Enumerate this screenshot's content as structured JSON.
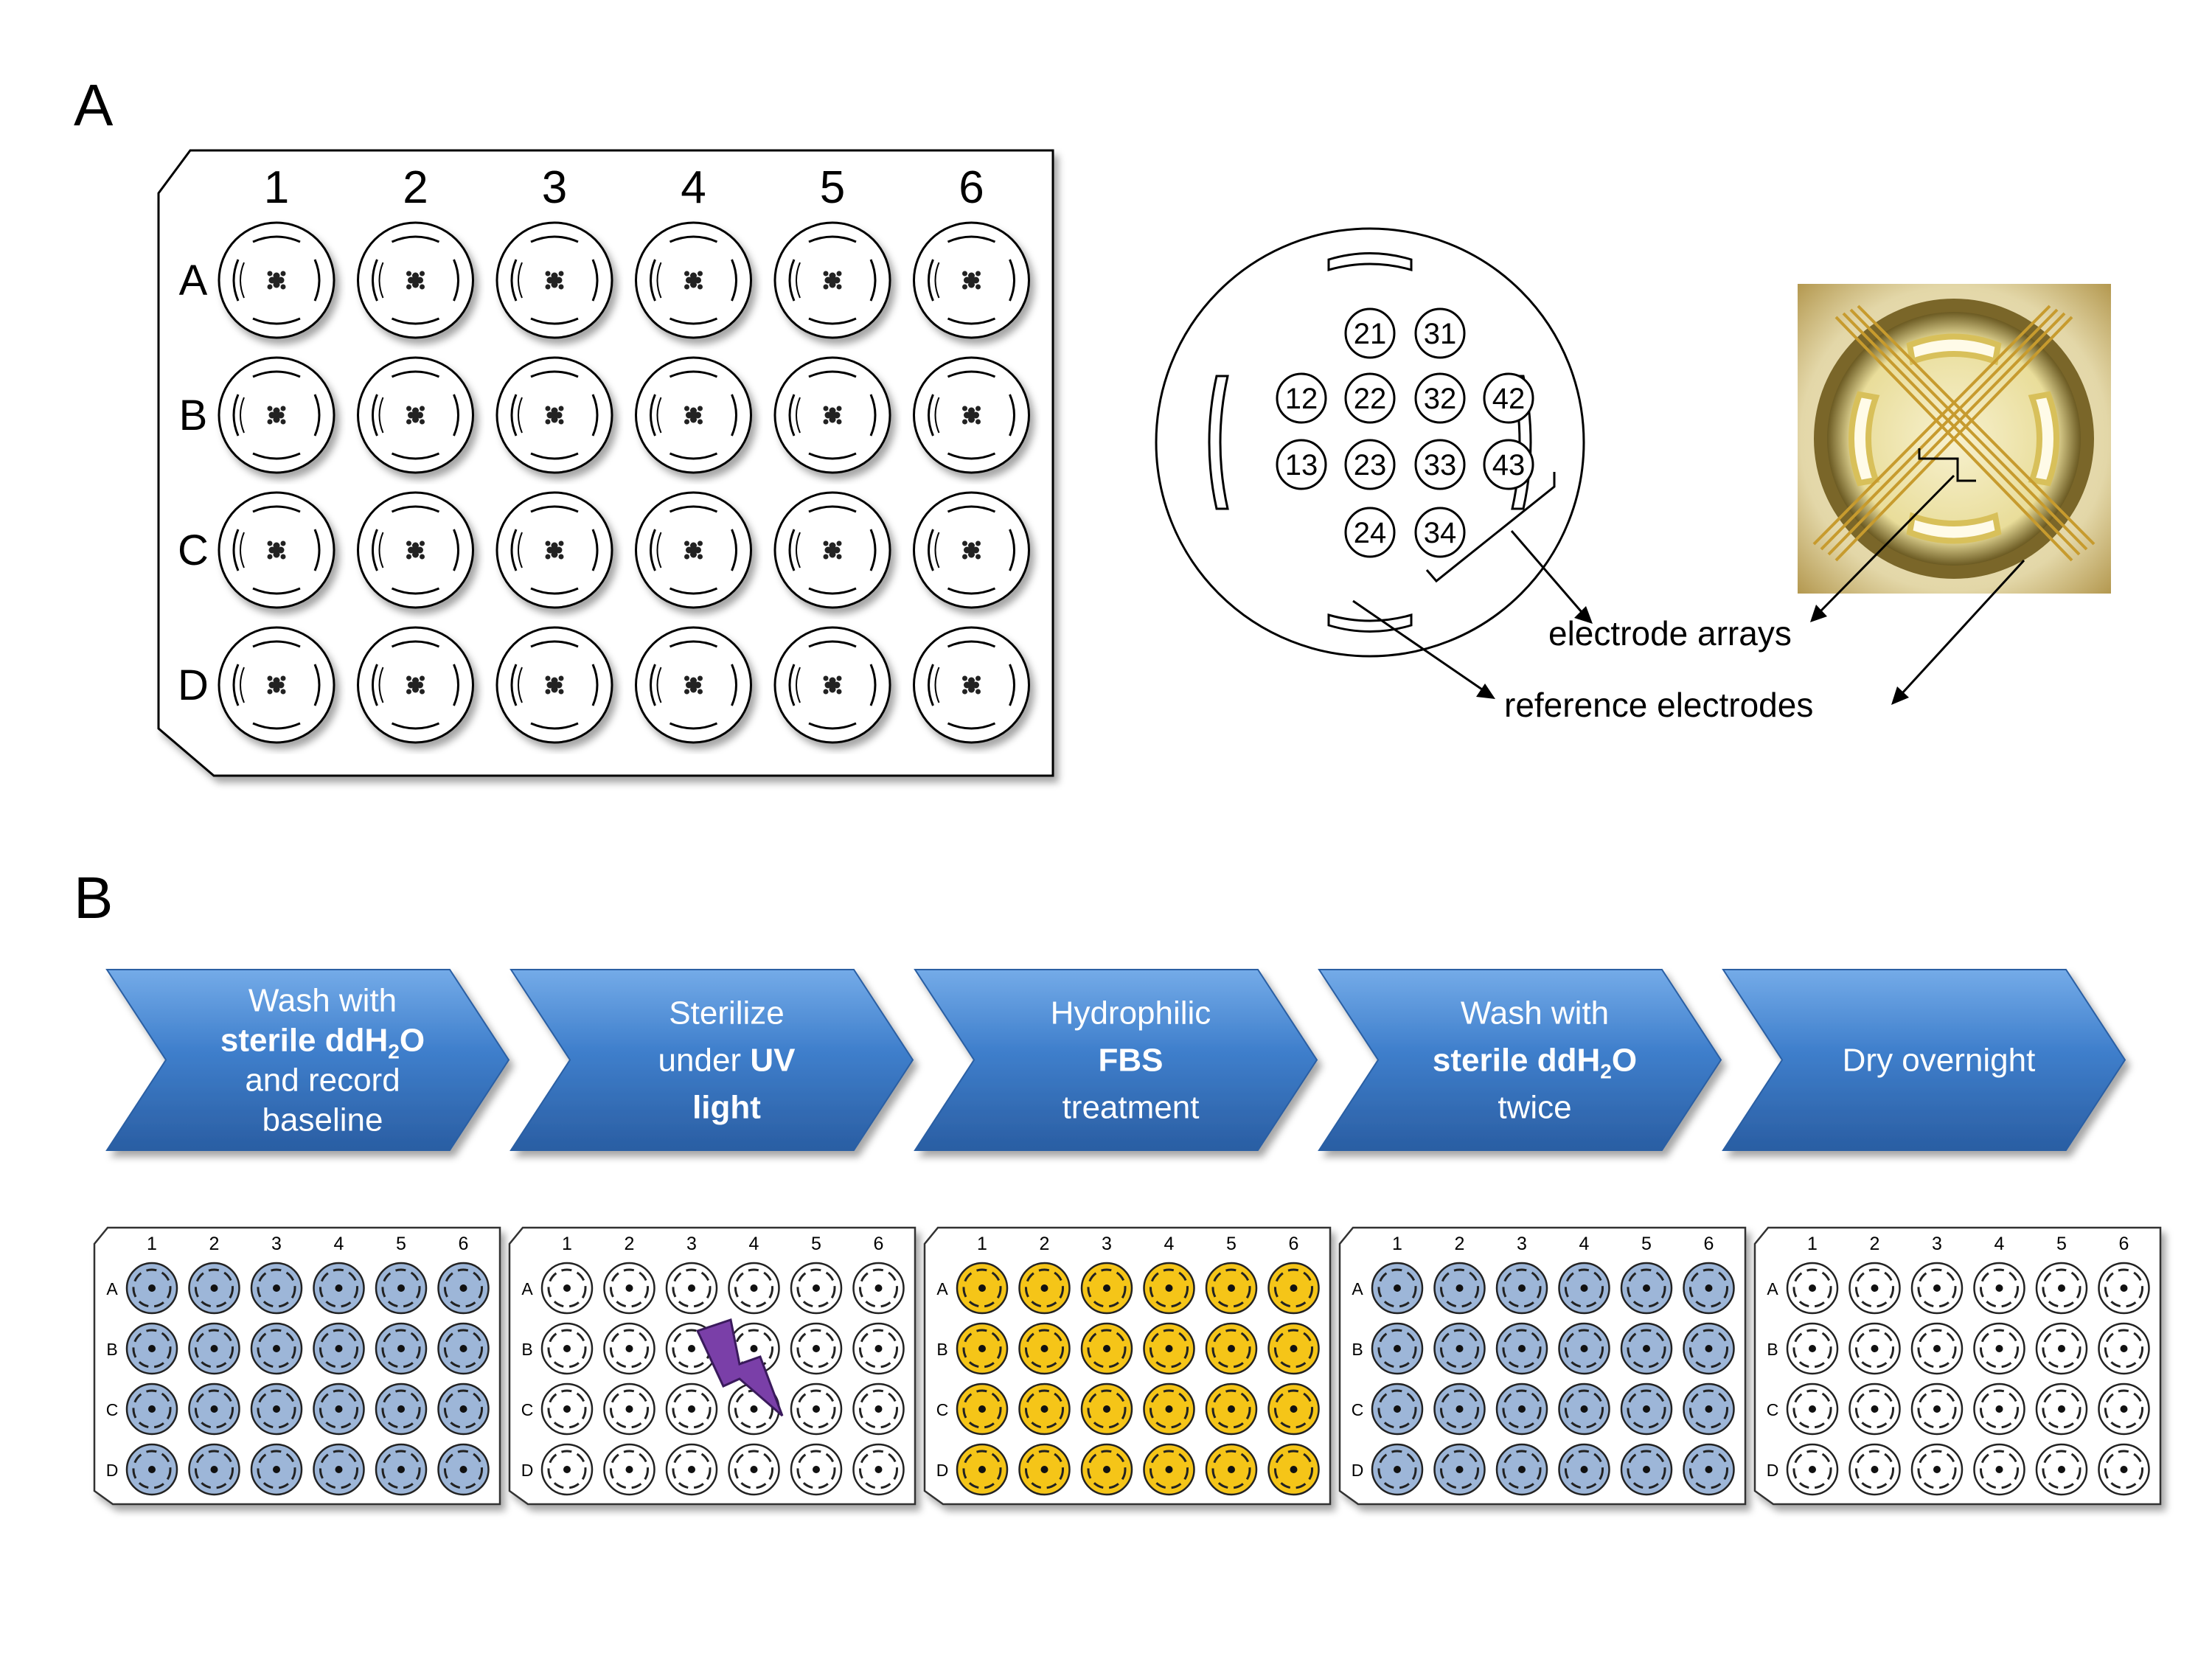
{
  "panels": {
    "a_label": "A",
    "b_label": "B"
  },
  "plate": {
    "columns": [
      "1",
      "2",
      "3",
      "4",
      "5",
      "6"
    ],
    "rows": [
      "A",
      "B",
      "C",
      "D"
    ]
  },
  "electrode_well": {
    "electrodes": [
      "21",
      "31",
      "12",
      "22",
      "32",
      "42",
      "13",
      "23",
      "33",
      "43",
      "24",
      "34"
    ]
  },
  "annotations": {
    "electrode_arrays": "electrode arrays",
    "reference_electrodes": "reference electrodes"
  },
  "steps": [
    {
      "lines": [
        [
          {
            "t": "Wash with",
            "b": false
          }
        ],
        [
          {
            "t": "sterile ddH",
            "b": true
          },
          {
            "t": "2",
            "b": true,
            "sub": true
          },
          {
            "t": "O",
            "b": true
          }
        ],
        [
          {
            "t": "and record",
            "b": false
          }
        ],
        [
          {
            "t": "baseline",
            "b": false
          }
        ]
      ],
      "plate_color": "#9db6d8"
    },
    {
      "lines": [
        [
          {
            "t": "Sterilize",
            "b": false
          }
        ],
        [
          {
            "t": "under ",
            "b": false
          },
          {
            "t": "UV",
            "b": true
          }
        ],
        [
          {
            "t": "light",
            "b": true
          }
        ]
      ],
      "plate_color": "#ffffff"
    },
    {
      "lines": [
        [
          {
            "t": "Hydrophilic",
            "b": false
          }
        ],
        [
          {
            "t": "FBS",
            "b": true
          }
        ],
        [
          {
            "t": "treatment",
            "b": false
          }
        ]
      ],
      "plate_color": "#f5c518"
    },
    {
      "lines": [
        [
          {
            "t": "Wash with",
            "b": false
          }
        ],
        [
          {
            "t": "sterile ddH",
            "b": true
          },
          {
            "t": "2",
            "b": true,
            "sub": true
          },
          {
            "t": "O",
            "b": true
          }
        ],
        [
          {
            "t": "twice",
            "b": false
          }
        ]
      ],
      "plate_color": "#9db6d8"
    },
    {
      "lines": [
        [
          {
            "t": "Dry overnight",
            "b": false
          }
        ]
      ],
      "plate_color": "#ffffff"
    }
  ],
  "colors": {
    "arrow_light": "#5b9be0",
    "arrow_dark": "#2a5ea3",
    "lightning": "#7a3fa8",
    "photo_gold": "#b8922a"
  }
}
